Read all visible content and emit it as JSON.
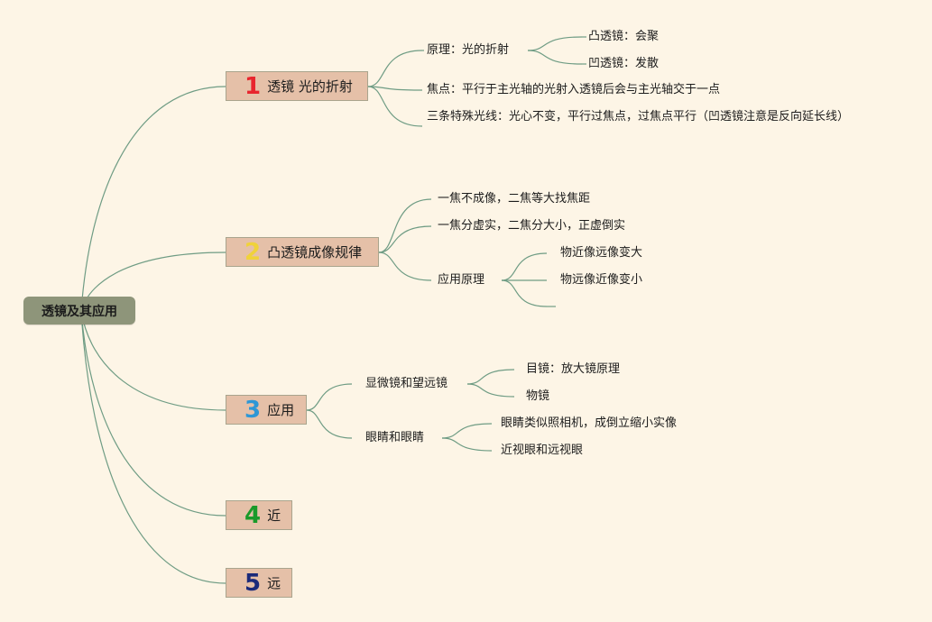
{
  "root": {
    "label": "透镜及其应用"
  },
  "branches": [
    {
      "number": "1",
      "color": "#e8252e",
      "label": "透镜 光的折射",
      "children": [
        {
          "label": "原理：光的折射",
          "children": [
            {
              "label": "凸透镜：会聚"
            },
            {
              "label": "凹透镜：发散"
            }
          ]
        },
        {
          "label": "焦点：平行于主光轴的光射入透镜后会与主光轴交于一点"
        },
        {
          "label": "三条特殊光线：光心不变，平行过焦点，过焦点平行（凹透镜注意是反向延长线）"
        }
      ]
    },
    {
      "number": "2",
      "color": "#f0d23a",
      "label": "凸透镜成像规律",
      "children": [
        {
          "label": "一焦不成像，二焦等大找焦距"
        },
        {
          "label": "一焦分虚实，二焦分大小，正虚倒实"
        },
        {
          "label": "应用原理",
          "children": [
            {
              "label": "物近像远像变大"
            },
            {
              "label": "物远像近像变小"
            },
            {
              "label": ""
            }
          ]
        }
      ]
    },
    {
      "number": "3",
      "color": "#2e97d6",
      "label": "应用",
      "children": [
        {
          "label": "显微镜和望远镜",
          "children": [
            {
              "label": "目镜：放大镜原理"
            },
            {
              "label": "物镜"
            }
          ]
        },
        {
          "label": "眼睛和眼睛",
          "children": [
            {
              "label": "眼睛类似照相机，成倒立缩小实像"
            },
            {
              "label": "近视眼和远视眼"
            }
          ]
        }
      ]
    },
    {
      "number": "4",
      "color": "#1a9a2a",
      "label": "近",
      "children": []
    },
    {
      "number": "5",
      "color": "#1b2a7a",
      "label": "远",
      "children": []
    }
  ],
  "colors": {
    "background": "#fdf5e6",
    "root": "#8e957a",
    "branch": "#e5c0a8",
    "line": "#6f9c84"
  }
}
